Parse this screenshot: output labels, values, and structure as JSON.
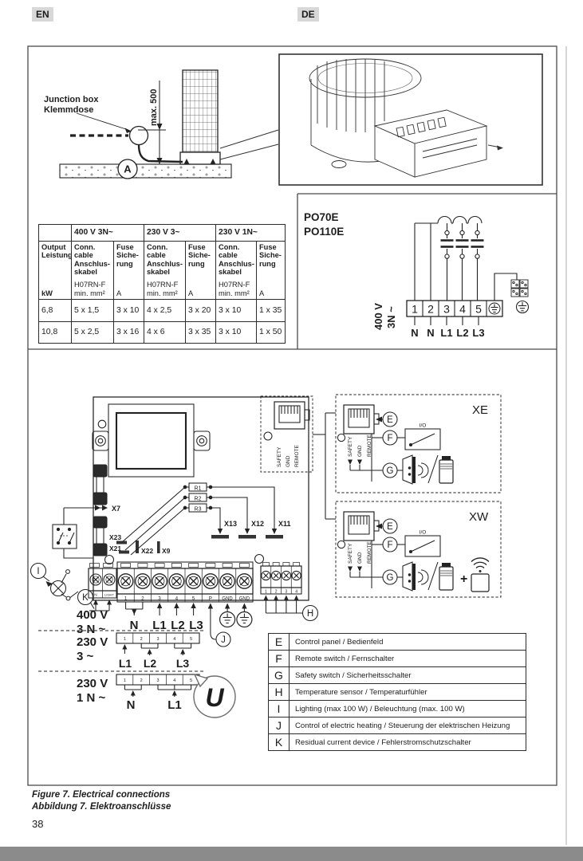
{
  "page": {
    "lang_en": "EN",
    "lang_de": "DE",
    "page_number": "38",
    "caption_en": "Figure 7. Electrical connections",
    "caption_de": "Abbildung 7. Elektroanschlüsse"
  },
  "junction": {
    "label_en": "Junction box",
    "label_de": "Klemmdose",
    "dimension": "max. 500",
    "marker_a": "A"
  },
  "spec_table": {
    "voltage_headers": [
      "400 V 3N~",
      "230 V 3~",
      "230 V 1N~"
    ],
    "output_label": "Output\nLeistung",
    "output_unit": "kW",
    "conn_label": "Conn.\ncable\nAnschlus-\nskabel",
    "conn_spec": "H07RN-F\nmin. mm²",
    "fuse_label": "Fuse\nSiche-\nrung",
    "fuse_unit": "A",
    "rows": [
      {
        "kw": "6,8",
        "conn1": "5 x 1,5",
        "fuse1": "3 x 10",
        "conn2": "4 x 2,5",
        "fuse2": "3 x 20",
        "conn3": "3 x 10",
        "fuse3": "1 x 35"
      },
      {
        "kw": "10,8",
        "conn1": "5 x 2,5",
        "fuse1": "3 x 16",
        "conn2": "4 x 6",
        "fuse2": "3 x 35",
        "conn3": "3 x 10",
        "fuse3": "1 x 50"
      }
    ]
  },
  "po_box": {
    "model1": "PO70E",
    "model2": "PO110E",
    "voltage": "400 V",
    "phase": "3N ~",
    "terminals": [
      "1",
      "2",
      "3",
      "4",
      "5"
    ],
    "wires": [
      "N",
      "N",
      "L1",
      "L2",
      "L3"
    ]
  },
  "main": {
    "x7": "X7",
    "x23": "X23",
    "x21": "X21",
    "x22": "X22",
    "x9": "X9",
    "x13": "X13",
    "x12": "X12",
    "x11": "X11",
    "r1": "R1",
    "r2": "R2",
    "r3": "R3",
    "safety": "SAFETY",
    "gnd": "GND",
    "remote": "REMOTE",
    "io": "I/O",
    "xe": "XE",
    "xw": "XW",
    "plus": "+",
    "terminals": [
      "1",
      "2",
      "3",
      "4",
      "5",
      "P",
      "GND",
      "GND"
    ],
    "light_terms": [
      "N",
      "LIGHT"
    ],
    "sensor_terms": [
      "1",
      "2",
      "3",
      "4"
    ],
    "five": [
      "1",
      "2",
      "3",
      "4",
      "5"
    ],
    "s400": {
      "v": "400 V",
      "p": "3 N ~",
      "n": "N",
      "l1": "L1",
      "l2": "L2",
      "l3": "L3"
    },
    "s230_3": {
      "v": "230 V",
      "p": "3 ~",
      "l1": "L1",
      "l2": "L2",
      "l3": "L3"
    },
    "s230_1": {
      "v": "230 V",
      "p": "1 N ~",
      "n": "N",
      "l1": "L1"
    },
    "m": {
      "e": "E",
      "f": "F",
      "g": "G",
      "h": "H",
      "i": "I",
      "j": "J",
      "k": "K"
    }
  },
  "legend": {
    "rows": [
      {
        "key": "E",
        "text": "Control panel / Bedienfeld"
      },
      {
        "key": "F",
        "text": "Remote switch / Fernschalter"
      },
      {
        "key": "G",
        "text": "Safety switch / Sicherheitsschalter"
      },
      {
        "key": "H",
        "text": "Temperature sensor / Temperaturfühler"
      },
      {
        "key": "I",
        "text": "Lighting (max 100 W) / Beleuchtung (max. 100 W)"
      },
      {
        "key": "J",
        "text": "Control of electric heating / Steuerung der elektrischen Heizung"
      },
      {
        "key": "K",
        "text": "Residual current device / Fehlerstromschutzschalter"
      }
    ]
  }
}
